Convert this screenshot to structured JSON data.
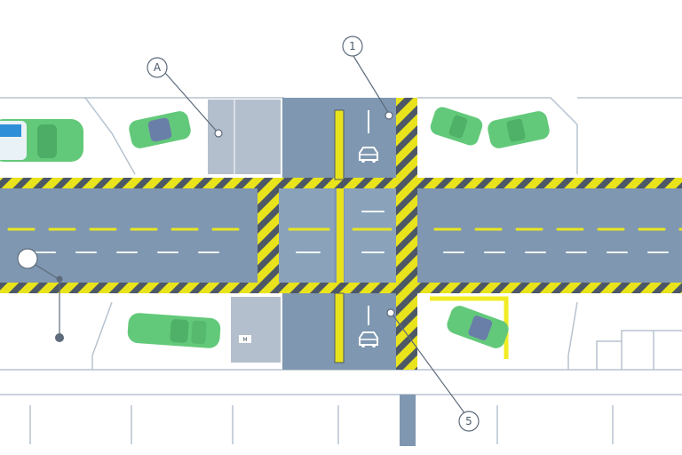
{
  "colors": {
    "background": "#ffffff",
    "outline": "#b7c3cf",
    "road": "#7f97b0",
    "crossing": "#8aa3bb",
    "hatch_yellow": "#e9e31c",
    "hatch_dark": "#4d5866",
    "lane_dash": "#e8e61f",
    "lane_dash_white": "#f4f7fa",
    "stop_line": "#f1ec23",
    "panel_gray": "#b4bfcd",
    "car_green": "#63c97a",
    "car_green_dark": "#3f9b58",
    "glass": "#2e8fd8",
    "icon_white": "#ffffff"
  },
  "callouts": {
    "a": {
      "label": "A"
    },
    "one": {
      "label": "1"
    },
    "five": {
      "label": "5"
    }
  },
  "marker": {
    "label": "M"
  },
  "icons": {
    "upper_lane_car": "car-icon",
    "lower_lane_car": "car-icon"
  },
  "cars": [
    {
      "name": "car-van-topleft",
      "kind": "van"
    },
    {
      "name": "car-topleft",
      "kind": "sedan"
    },
    {
      "name": "car-topright-1",
      "kind": "sedan"
    },
    {
      "name": "car-topright-2",
      "kind": "sedan"
    },
    {
      "name": "car-bottomleft",
      "kind": "sedan"
    },
    {
      "name": "car-bottomright",
      "kind": "sedan"
    }
  ]
}
